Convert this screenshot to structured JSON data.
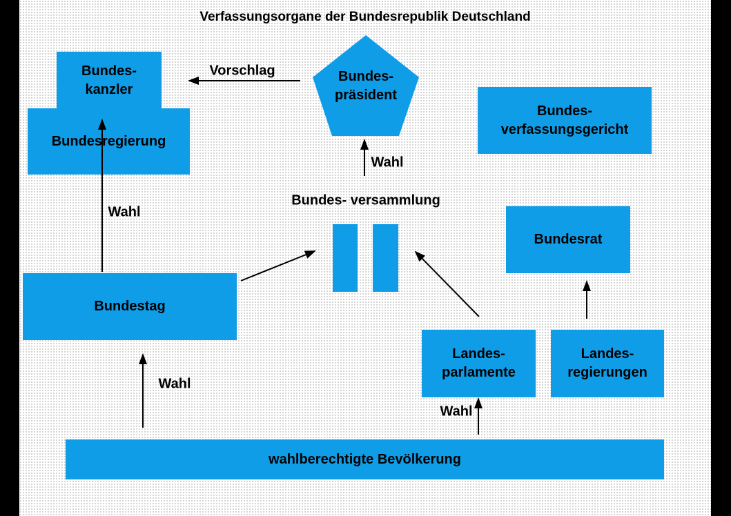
{
  "title": "Verfassungsorgane der Bundesrepublik Deutschland",
  "nodes": {
    "bundeskanzler": {
      "line1": "Bundes-",
      "line2": "kanzler"
    },
    "bundesregierung": {
      "label": "Bundesregierung"
    },
    "bundespraesident": {
      "line1": "Bundes-",
      "line2": "präsident",
      "shape": "pentagon"
    },
    "bundesverfassungsgericht": {
      "line1": "Bundes-",
      "line2": "verfassungsgericht"
    },
    "bundesversammlung": {
      "line1": "Bundes-",
      "line2": "versammlung"
    },
    "bundesrat": {
      "label": "Bundesrat"
    },
    "bundestag": {
      "label": "Bundestag"
    },
    "landesparlamente": {
      "line1": "Landes-",
      "line2": "parlamente"
    },
    "landesregierungen": {
      "line1": "Landes-",
      "line2": "regierungen"
    },
    "bevoelkerung": {
      "label": "wahlberechtigte Bevölkerung"
    }
  },
  "edge_labels": {
    "vorschlag": "Vorschlag",
    "wahl_versammlung_praesident": "Wahl",
    "wahl_bundestag_regierung": "Wahl",
    "wahl_bevoelkerung_bundestag": "Wahl",
    "wahl_bevoelkerung_landesparlamente": "Wahl"
  },
  "colors": {
    "box_blue": "#0f9de8",
    "frame_black": "#000000",
    "text_black": "#000000",
    "background_white": "#ffffff",
    "dot_gray": "#c9c9c9"
  }
}
